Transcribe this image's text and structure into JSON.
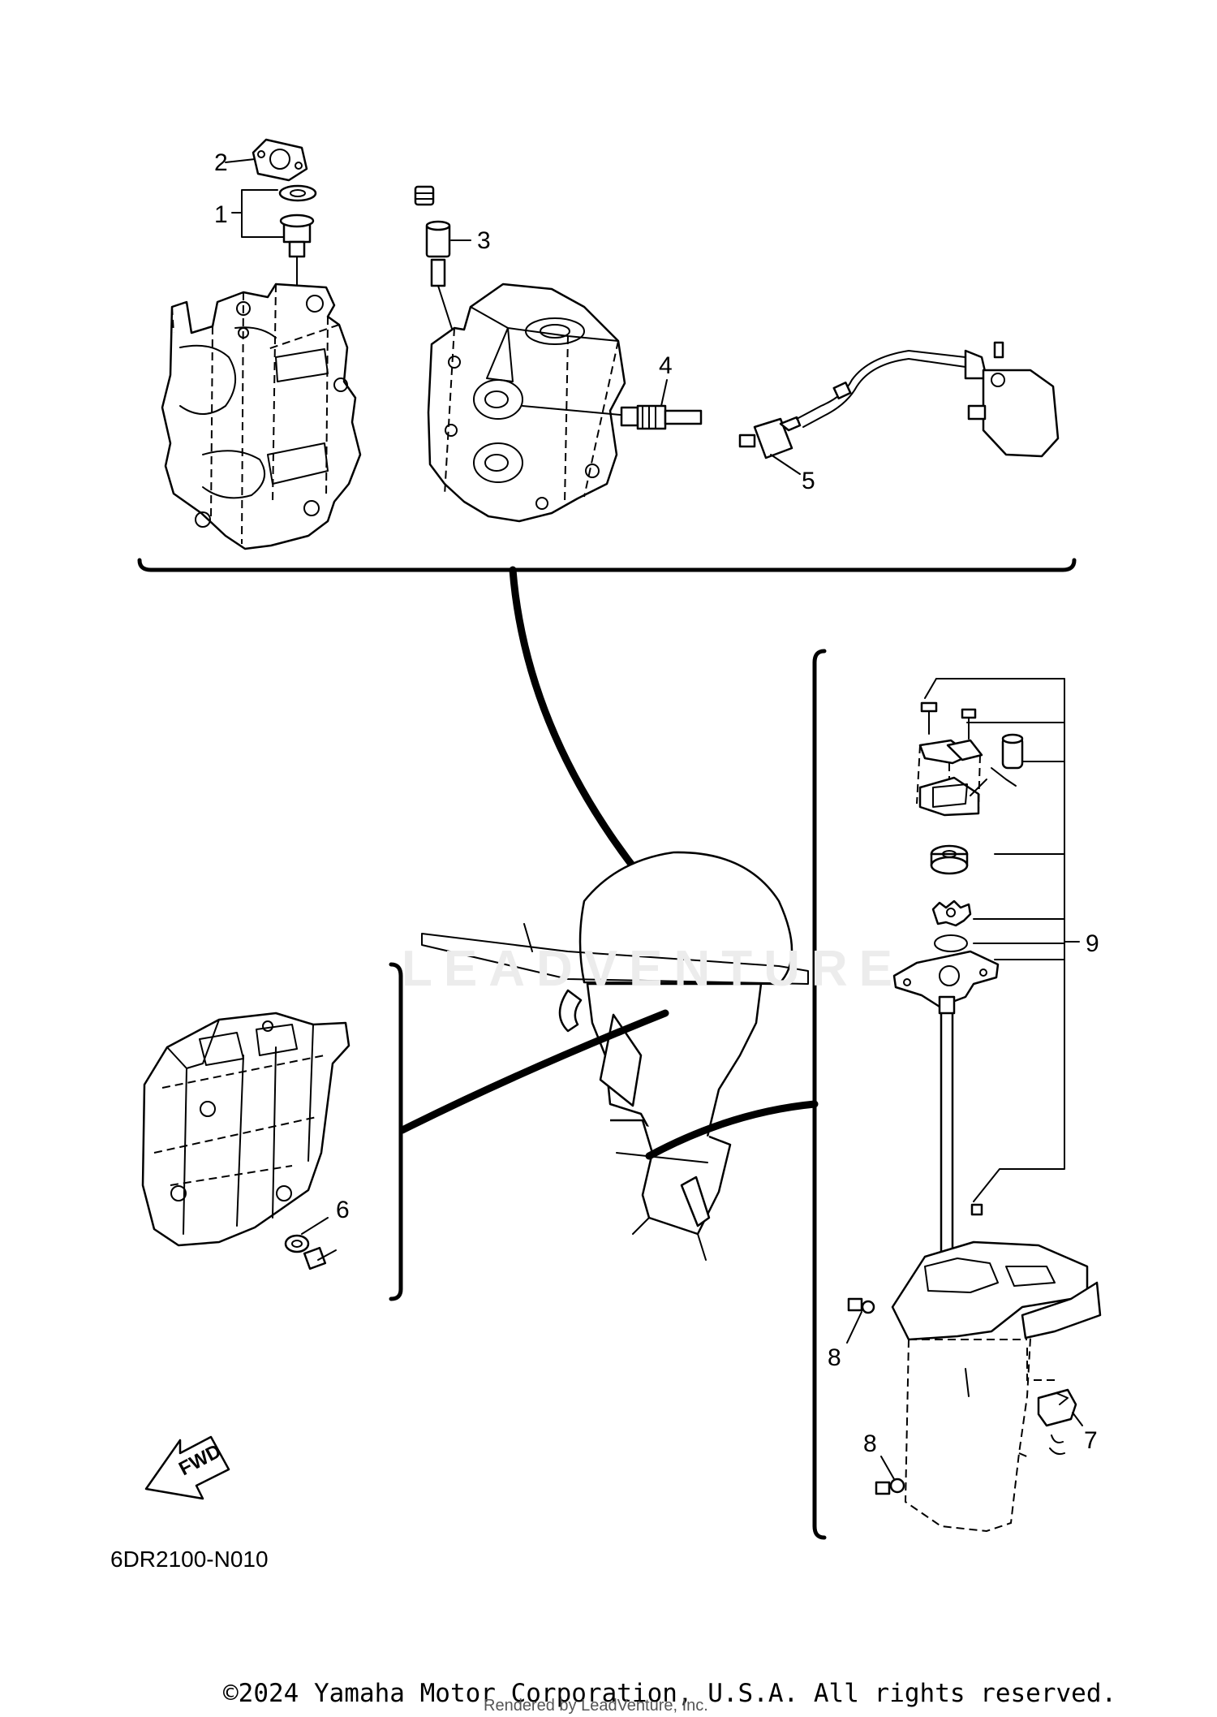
{
  "diagram": {
    "part_code": "6DR2100-N010",
    "fwd_label": "FWD",
    "callouts": [
      "1",
      "2",
      "3",
      "4",
      "5",
      "6",
      "7",
      "8",
      "8",
      "9"
    ]
  },
  "watermark": "LEADVENTURE",
  "footer": {
    "copyright": "©2024 Yamaha Motor Corporation, U.S.A. All rights reserved.",
    "rendered_by": "Rendered by LeadVenture, Inc."
  }
}
